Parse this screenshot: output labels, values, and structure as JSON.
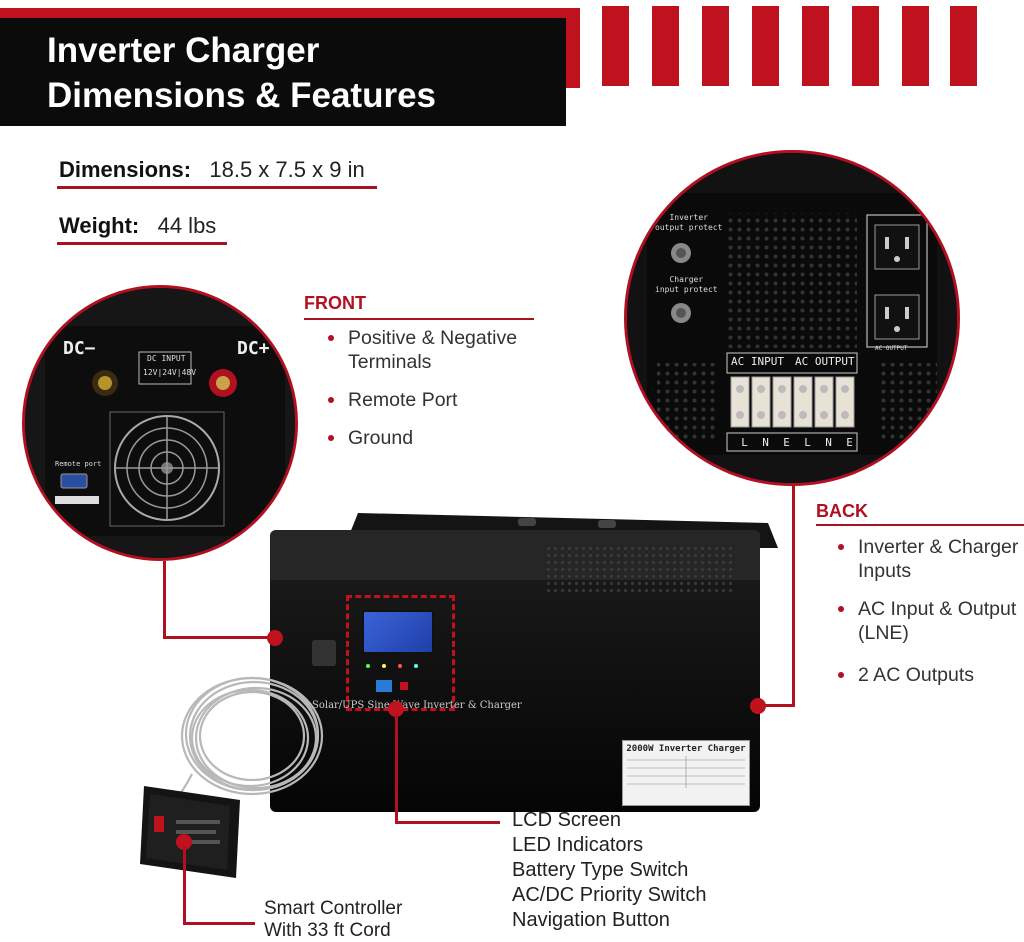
{
  "header": {
    "title": "Inverter Charger\nDimensions & Features"
  },
  "specs": {
    "dimensions_label": "Dimensions:",
    "dimensions_value": "18.5 x 7.5 x 9 in",
    "weight_label": "Weight:",
    "weight_value": "44 lbs"
  },
  "front": {
    "heading": "FRONT",
    "items": [
      "Positive & Negative Terminals",
      "Remote Port",
      "Ground"
    ],
    "panel": {
      "dc_minus": "DC−",
      "dc_plus": "DC+",
      "dc_input": "DC INPUT",
      "voltages": [
        "12V",
        "24V",
        "48V"
      ],
      "remote_port": "Remote port"
    }
  },
  "back": {
    "heading": "BACK",
    "items": [
      "Inverter & Charger Inputs",
      "AC Input & Output (LNE)",
      "2 AC Outputs"
    ],
    "panel": {
      "inverter_protect": "Inverter\noutput protect",
      "charger_protect": "Charger\ninput protect",
      "ac_input": "AC INPUT",
      "ac_output": "AC OUTPUT",
      "ac_output_small": "AC OUTPUT",
      "lne": [
        "L",
        "N",
        "E",
        "L",
        "N",
        "E"
      ]
    }
  },
  "unit": {
    "front_print": "Solar/UPS Sine Wave Inverter & Charger",
    "sticker_title": "2000W Inverter Charger"
  },
  "callouts": {
    "controls": [
      "LCD Screen",
      "LED Indicators",
      "Battery Type Switch",
      "AC/DC Priority Switch",
      "Navigation Button"
    ],
    "controller": "Smart Controller\nWith 33 ft Cord"
  },
  "colors": {
    "accent": "#c0111f",
    "header_bg": "#0b0b0b"
  }
}
